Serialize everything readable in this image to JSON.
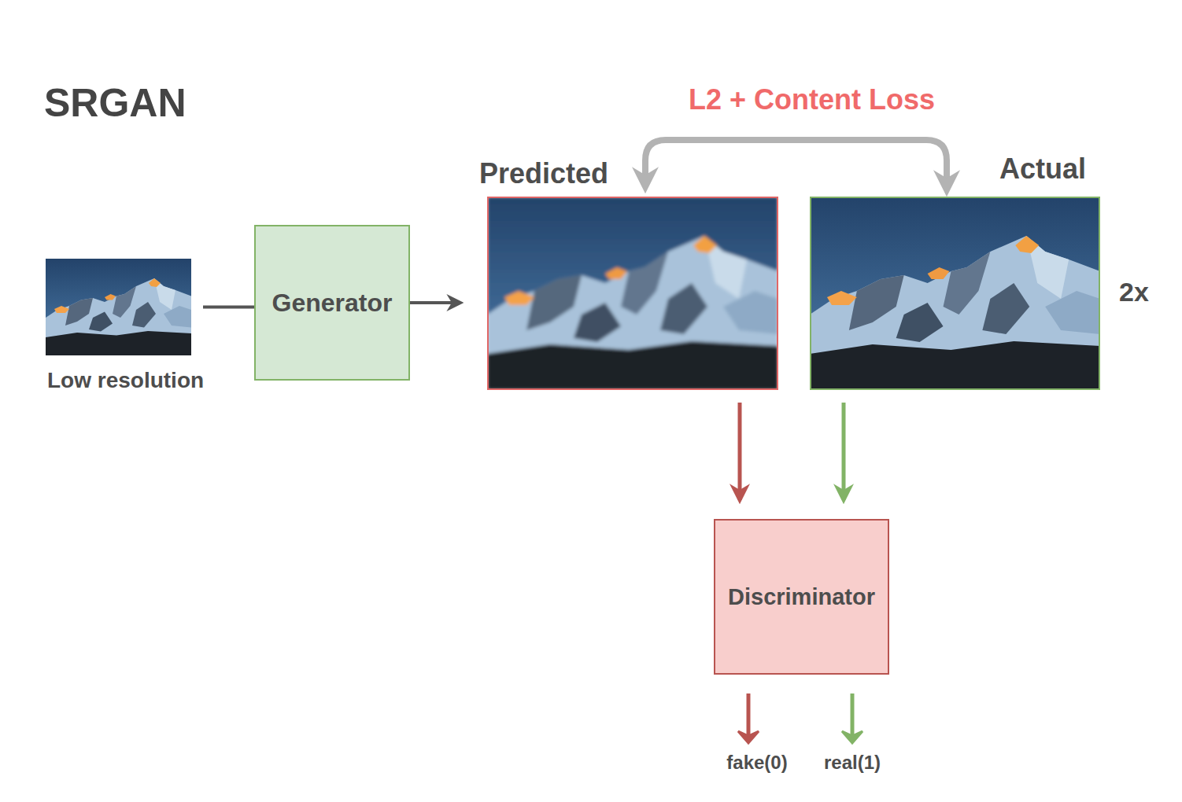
{
  "diagram": {
    "title": "SRGAN",
    "nodes": [
      {
        "text": [
          "Low resolution"
        ]
      },
      {
        "text": [
          "Generator"
        ]
      },
      {
        "text": [
          "Predicted"
        ]
      },
      {
        "text": [
          "Actual"
        ]
      },
      {
        "text": [
          "Discriminator"
        ]
      }
    ],
    "edges": [
      {
        "from": 0,
        "to": 1,
        "arrow": "none"
      },
      {
        "from": 1,
        "to": 2,
        "arrow": "to"
      },
      {
        "from": 2,
        "to": 3,
        "label": "L2 + Content Loss",
        "arrow": "both"
      },
      {
        "from": 2,
        "to": 4,
        "arrow": "to"
      },
      {
        "from": 3,
        "to": 4,
        "arrow": "to"
      }
    ],
    "labels": [
      "2x",
      "fake(0)",
      "real(1)"
    ]
  }
}
